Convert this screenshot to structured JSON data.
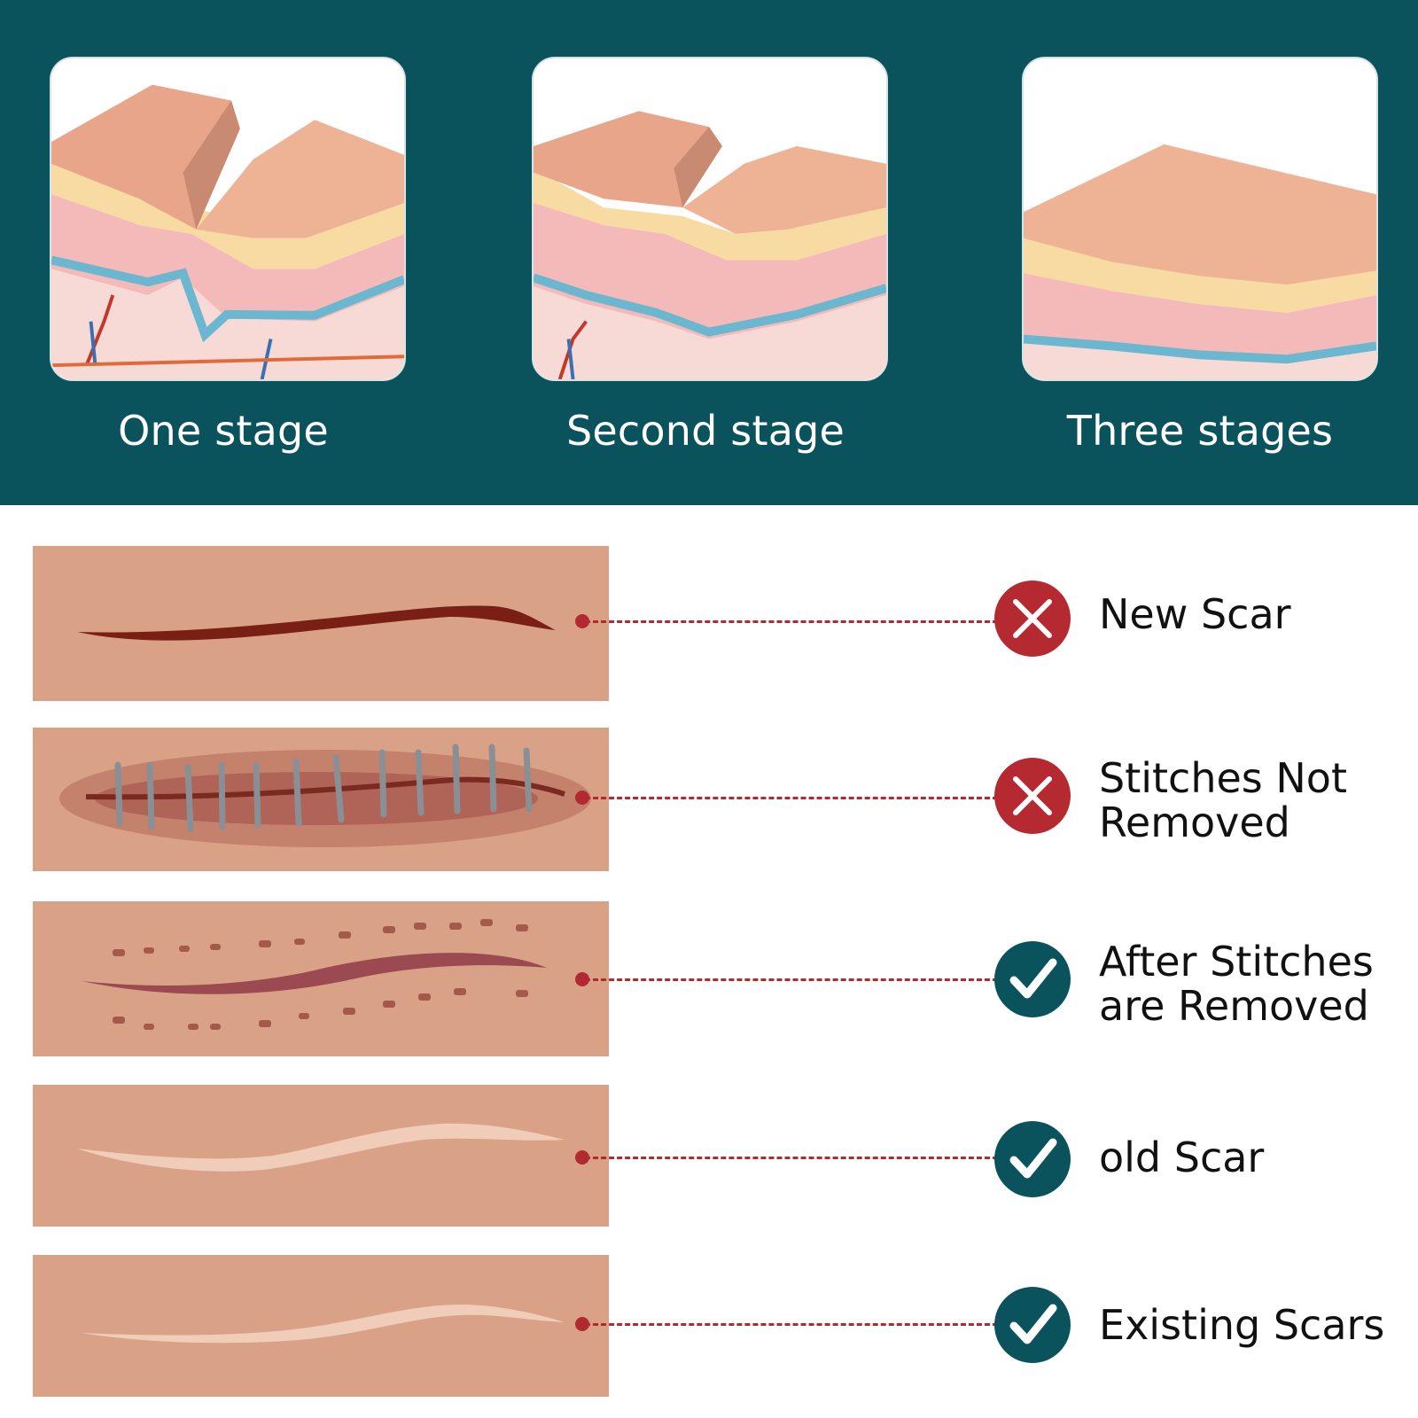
{
  "colors": {
    "banner": "#0a535c",
    "connector": "#b02a30",
    "status_bad": "#b52a30",
    "status_good": "#0a535c",
    "skin": "#d9a287"
  },
  "stages": [
    {
      "label": "One stage"
    },
    {
      "label": "Second stage"
    },
    {
      "label": "Three stages"
    }
  ],
  "rows": [
    {
      "label": "New Scar",
      "status": "bad",
      "status_icon": "cross-icon"
    },
    {
      "label": "Stitches Not Removed",
      "status": "bad",
      "status_icon": "cross-icon"
    },
    {
      "label": "After Stitches are Removed",
      "status": "good",
      "status_icon": "check-icon"
    },
    {
      "label": "old Scar",
      "status": "good",
      "status_icon": "check-icon"
    },
    {
      "label": "Existing Scars",
      "status": "good",
      "status_icon": "check-icon"
    }
  ]
}
